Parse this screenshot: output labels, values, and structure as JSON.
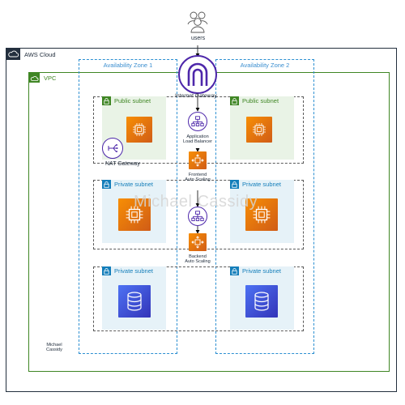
{
  "users": {
    "label": "users"
  },
  "cloud": {
    "label": "AWS Cloud"
  },
  "vpc": {
    "label": "VPC"
  },
  "zones": [
    {
      "label": "Availability Zone 1"
    },
    {
      "label": "Availability Zone 2"
    }
  ],
  "internet_gateway": {
    "label": "Internet Gateway"
  },
  "subnets": {
    "az1_public": {
      "label": "Public subnet"
    },
    "az2_public": {
      "label": "Public subnet"
    },
    "az1_private_app": {
      "label": "Private subnet"
    },
    "az2_private_app": {
      "label": "Private subnet"
    },
    "az1_private_db": {
      "label": "Private subnet"
    },
    "az2_private_db": {
      "label": "Private subnet"
    }
  },
  "nat_gateway": {
    "label": "NAT Gateway"
  },
  "alb": {
    "line1": "Application",
    "line2": "Load Balancer"
  },
  "frontend_asg": {
    "line1": "Frontend",
    "line2": "Auto Scaling"
  },
  "backend_asg": {
    "line1": "Backend",
    "line2": "Auto Scaling"
  },
  "watermark": {
    "text": "Michael Cassidy"
  },
  "signature": {
    "line1": "Michael",
    "line2": "Cassidy"
  },
  "colors": {
    "cloud_border": "#232f3e",
    "vpc_border": "#3f8624",
    "az_border": "#2c8fd1",
    "public_fill": "#e9f3e6",
    "private_fill": "#e6f2f8",
    "compute_orange": "#ed7100",
    "database_blue": "#3b48cc",
    "network_purple": "#4d27aa"
  }
}
